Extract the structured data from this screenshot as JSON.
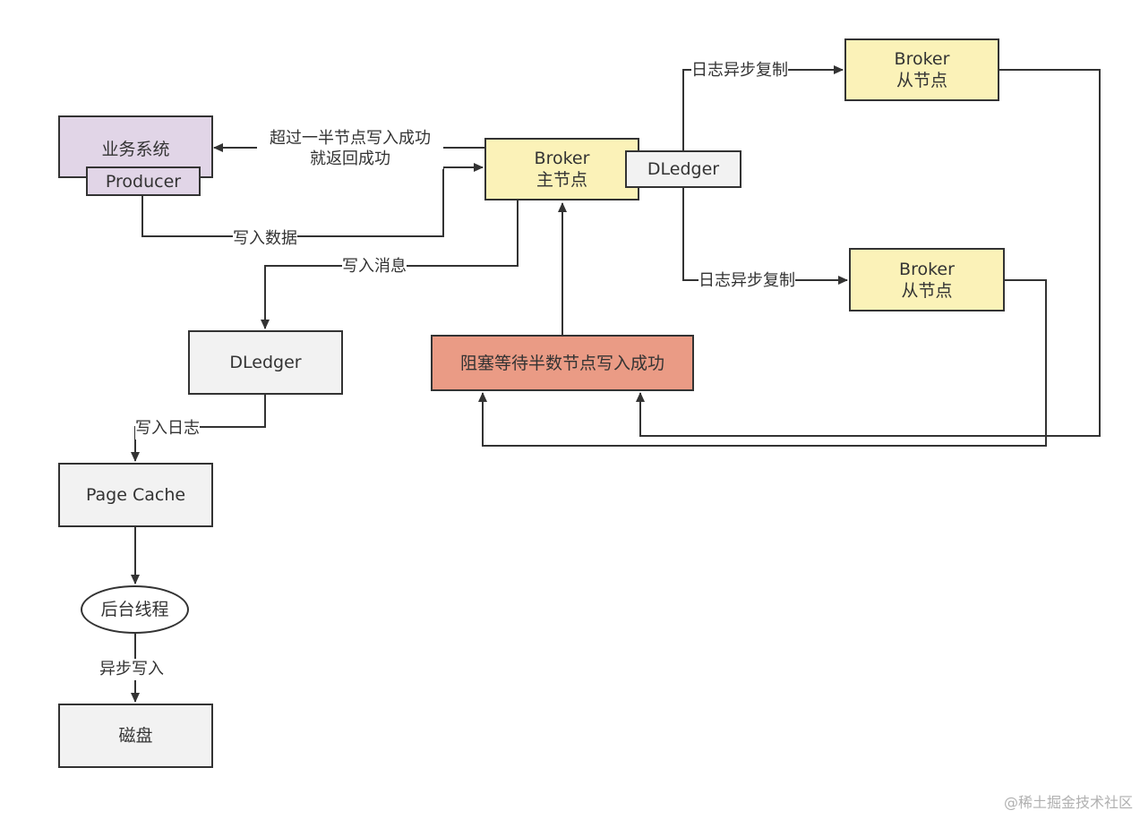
{
  "business_system": {
    "title": "业务系统",
    "producer": "Producer"
  },
  "broker_master": {
    "line1": "Broker",
    "line2": "主节点"
  },
  "dledger_master": "DLedger",
  "broker_slave_1": {
    "line1": "Broker",
    "line2": "从节点"
  },
  "broker_slave_2": {
    "line1": "Broker",
    "line2": "从节点"
  },
  "dledger_local": "DLedger",
  "page_cache": "Page Cache",
  "background_thread": "后台线程",
  "disk": "磁盘",
  "block_wait": "阻塞等待半数节点写入成功",
  "edges": {
    "majority_success": {
      "line1": "超过一半节点写入成功",
      "line2": "就返回成功"
    },
    "write_data": "写入数据",
    "write_message": "写入消息",
    "replicate_1": "日志异步复制",
    "replicate_2": "日志异步复制",
    "write_log": "写入日志",
    "async_write": "异步写入"
  },
  "watermark": "@稀土掘金技术社区",
  "colors": {
    "stroke": "#333333",
    "gray_fill": "#f2f2f2",
    "yellow_fill": "#fbf2b8",
    "purple_fill": "#e1d5e7",
    "salmon_fill": "#ea9b85"
  }
}
